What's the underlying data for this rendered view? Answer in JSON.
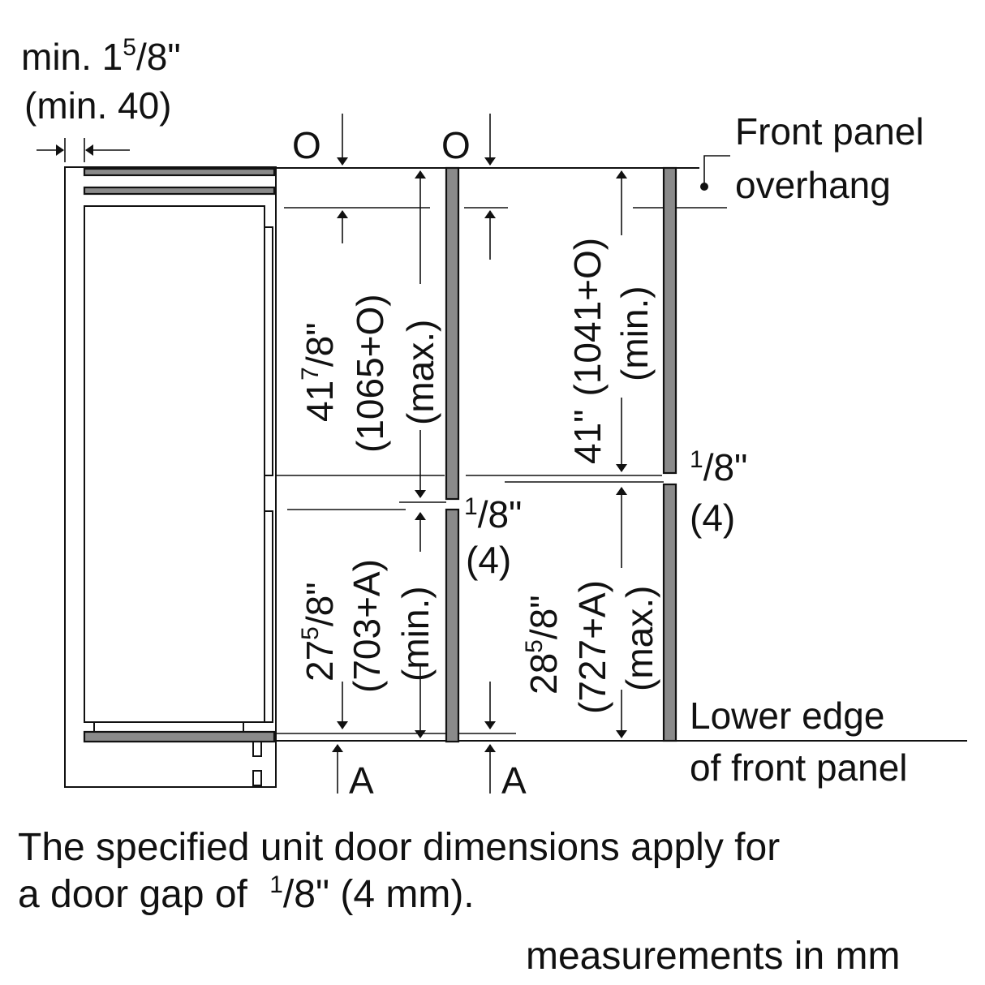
{
  "labels": {
    "top_left_line1": "min. 1",
    "top_left_sup": "5",
    "top_left_frac": "/8\"",
    "top_left_line2": "(min. 40)",
    "o_mark_1": "O",
    "o_mark_2": "O",
    "front_panel_line1": "Front panel",
    "front_panel_line2": "overhang",
    "dim_upper_left_in": "41",
    "dim_upper_left_in_sup": "7",
    "dim_upper_left_in_frac": "/8\"",
    "dim_upper_left_mm": "(1065+O)",
    "dim_upper_left_qual": "(max.)",
    "dim_upper_right_in": "41\"",
    "dim_upper_right_mm": "(1041+O)",
    "dim_upper_right_qual": "(min.)",
    "gap_mid_sup": "1",
    "gap_mid_frac": "/8\"",
    "gap_mid_mm": "(4)",
    "gap_right_sup": "1",
    "gap_right_frac": "/8\"",
    "gap_right_mm": "(4)",
    "dim_lower_left_in": "27",
    "dim_lower_left_in_sup": "5",
    "dim_lower_left_in_frac": "/8\"",
    "dim_lower_left_mm": "(703+A)",
    "dim_lower_left_qual": "(min.)",
    "dim_lower_right_in": "28",
    "dim_lower_right_in_sup": "5",
    "dim_lower_right_in_frac": "/8\"",
    "dim_lower_right_mm": "(727+A)",
    "dim_lower_right_qual": "(max.)",
    "lower_edge_line1": "Lower edge",
    "lower_edge_line2": "of front panel",
    "a_mark_1": "A",
    "a_mark_2": "A",
    "footnote_line1": "The specified unit door dimensions apply for",
    "footnote_line2_a": "a door gap of ",
    "footnote_line2_sup": "1",
    "footnote_line2_b": "/8\" (4 mm).",
    "measurements": "measurements in mm"
  },
  "colors": {
    "line": "#111111",
    "panel_fill": "#8a8a8a",
    "background": "#ffffff"
  }
}
